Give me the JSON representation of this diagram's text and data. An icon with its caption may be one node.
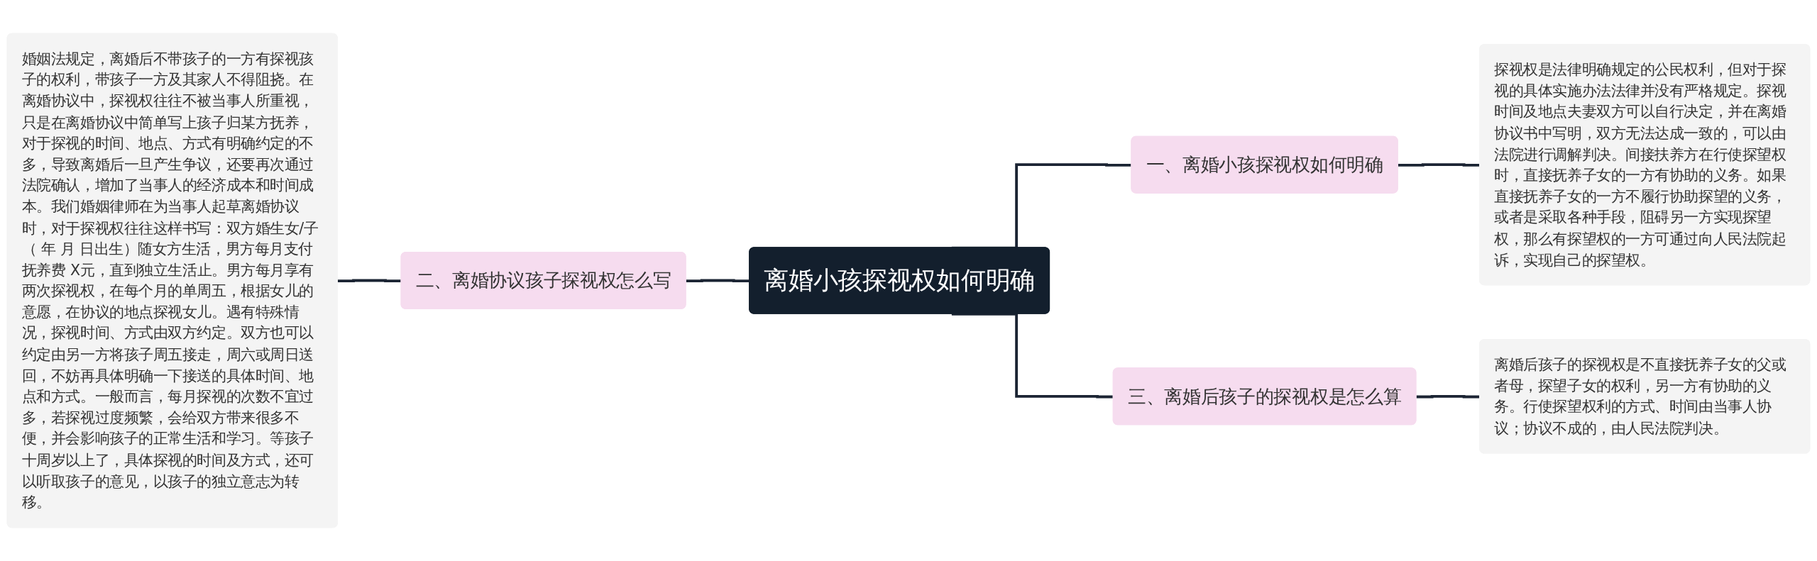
{
  "diagram": {
    "nodes": [
      {
        "text": [
          "离婚小孩探视权如何明确"
        ]
      },
      {
        "text": [
          "一、离婚小孩探视权如何明确"
        ]
      },
      {
        "text": [
          "探视权是法律明确规定的公民权利，但对于探视的具体实施办法法律并没有严格规定。探视时间及地点夫妻双方可以自行决定，并在离婚协议书中写明，双方无法达成一致的，可以由法院进行调解判决。间接扶养方在行使探望权时，直接抚养子女的一方有协助的义务。如果直接抚养子女的一方不履行协助探望的义务，或者是采取各种手段，阻碍另一方实现探望权，那么有探望权的一方可通过向人民法院起诉，实现自己的探望权。"
        ]
      },
      {
        "text": [
          "二、离婚协议孩子探视权怎么写"
        ]
      },
      {
        "text": [
          "婚姻法规定，离婚后不带孩子的一方有探视孩子的权利，带孩子一方及其家人不得阻挠。在离婚协议中，探视权往往不被当事人所重视，只是在离婚协议中简单写上孩子归某方抚养，对于探视的时间、地点、方式有明确约定的不多，导致离婚后一旦产生争议，还要再次通过法院确认，增加了当事人的经济成本和时间成本。我们婚姻律师在为当事人起草离婚协议时，对于探视权往往这样书写：双方婚生女/子（ 年 月 日出生）随女方生活，男方每月支付抚养费 X元，直到独立生活止。男方每月享有两次探视权，在每个月的单周五，根据女儿的意愿，在协议的地点探视女儿。遇有特殊情况，探视时间、方式由双方约定。双方也可以约定由另一方将孩子周五接走，周六或周日送回，不妨再具体明确一下接送的具体时间、地点和方式。一般而言，每月探视的次数不宜过多，若探视过度频繁，会给双方带来很多不便，并会影响孩子的正常生活和学习。等孩子十周岁以上了，具体探视的时间及方式，还可以听取孩子的意见，以孩子的独立意志为转移。"
        ]
      },
      {
        "text": [
          "三、离婚后孩子的探视权是怎么算"
        ]
      },
      {
        "text": [
          "离婚后孩子的探视权是不直接抚养子女的父或者母，探望子女的权利，另一方有协助的义务。行使探望权利的方式、时间由当事人协议；协议不成的，由人民法院判决。"
        ]
      }
    ],
    "edges": [
      {
        "from": 0,
        "to": 1,
        "arrow": "none"
      },
      {
        "from": 1,
        "to": 2,
        "arrow": "none"
      },
      {
        "from": 3,
        "to": 0,
        "arrow": "none"
      },
      {
        "from": 4,
        "to": 3,
        "arrow": "none"
      },
      {
        "from": 0,
        "to": 5,
        "arrow": "none"
      },
      {
        "from": 5,
        "to": 6,
        "arrow": "none"
      }
    ]
  }
}
